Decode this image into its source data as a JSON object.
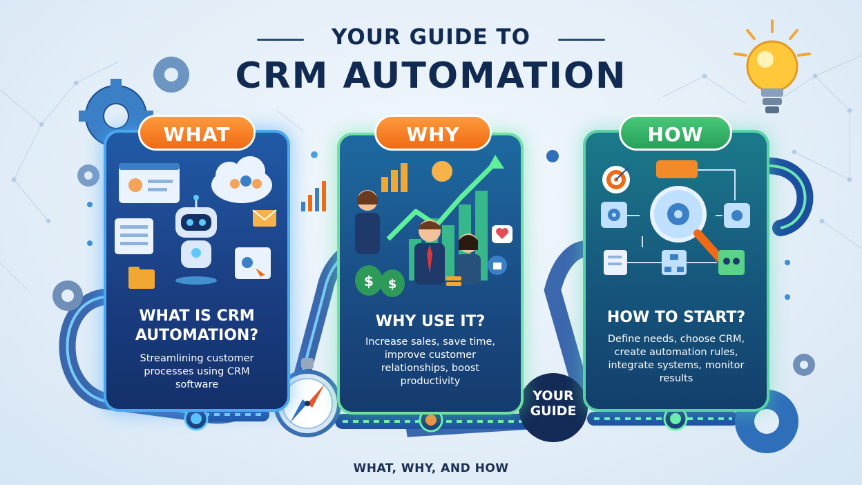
{
  "title": {
    "line1": "YOUR GUIDE TO",
    "line2": "CRM AUTOMATION"
  },
  "cards": [
    {
      "badge": "WHAT",
      "heading_line1": "WHAT IS CRM",
      "heading_line2": "AUTOMATION?",
      "text_lines": [
        "Streamlining customer",
        "processes using CRM",
        "software"
      ]
    },
    {
      "badge": "WHY",
      "heading_line1": "WHY USE IT?",
      "text_lines": [
        "Increase sales, save time,",
        "improve customer",
        "relationships, boost",
        "productivity"
      ]
    },
    {
      "badge": "HOW",
      "heading_line1": "HOW TO START?",
      "text_lines": [
        "Define needs, choose CRM,",
        "create automation rules,",
        "integrate systems, monitor",
        "results"
      ]
    }
  ],
  "path_label": {
    "line1": "YOUR",
    "line2": "GUIDE"
  },
  "footer": "WHAT, WHY, AND HOW",
  "icons": [
    "gear-icon",
    "lightbulb-icon",
    "compass-icon",
    "robot-icon",
    "cloud-users-icon",
    "envelope-icon",
    "folder-icon",
    "dollar-bag-icon",
    "growth-chart-icon",
    "heart-bubble-icon",
    "thumbs-up-icon",
    "target-icon",
    "magnifier-gear-icon",
    "flowchart-icon"
  ],
  "colors": {
    "title": "#102a52",
    "badge_orange": "#f06a14",
    "badge_green": "#27a05a",
    "card_blue": "#1b3f83",
    "glow_blue": "#4aa8f0",
    "glow_green": "#6fe0a0"
  }
}
